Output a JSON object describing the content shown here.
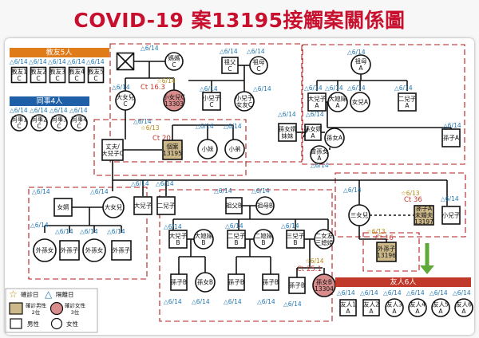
{
  "title": "COVID-19 案13195接觸案關係圖",
  "colors": {
    "title": "#c8102e",
    "date": "#1f77b4",
    "ct": "#c0392b",
    "case_male": "#cdb88a",
    "case_female": "#d98c8c",
    "teacher_header": "#e07b1a",
    "coworker_header": "#1f5fa8",
    "friend_header": "#c0392b",
    "dash": "#b31b1b",
    "arrow": "#5fa83a"
  },
  "groups": {
    "teacher_friends": {
      "header": "教友5人",
      "members": [
        "教友1\nC",
        "教友2\nC",
        "教友3\nC",
        "教友4\nC",
        "教友5\nC"
      ],
      "date": "△6/14"
    },
    "coworkers": {
      "header": "同事4人",
      "members": [
        "同事1\nC",
        "同事2\nC",
        "同事3\nC",
        "同事4\nC"
      ],
      "date": "△6/14"
    },
    "friends": {
      "header": "友人6人",
      "members": [
        "友人1\nA",
        "友人2\nA",
        "友人3\nA",
        "友人4\nA",
        "友人5\nA",
        "友人6\nA"
      ],
      "date": "△6/14"
    }
  },
  "persons": {
    "mama": "媽媽\nC",
    "grandpa_c": "祖父\nC",
    "grandma_c": "祖母\nC",
    "son_c": "大女兒\nC",
    "daughter_c_case": "小女兒C\n13303",
    "small_son_c": "小兒子\nC",
    "small_son_wife_c": "小兒子\n女友C",
    "grandma_a": "祖母\nA",
    "big_son_a": "大兒子\nA",
    "big_daughter_in_law_a": "大媳婦\nA",
    "daughter_a": "女兒A",
    "second_son_a": "二兒子\nA",
    "grandson_female_a": "孫女A",
    "grandson_wife_a": "孫女婿\n妹妹",
    "grandson_a_husband": "孫女婿\nA",
    "grandson_a2": "曾孫女\nA",
    "grandson_a3": "孫子A",
    "husband": "丈夫/\n大兒子C",
    "index_case": "個案\n13195",
    "little_sister": "小妹",
    "little_brother": "小弟",
    "daughter_in_law": "女婿",
    "eldest_daughter": "大女兒",
    "eldest_son": "大兒子",
    "second_son": "二兒子",
    "granddaughter_out1": "外孫女",
    "grandson_out1": "外孫子",
    "granddaughter_out2": "外孫女",
    "grandson_out2": "外孫子",
    "grandpa_b": "祖父B",
    "grandma_b": "祖母B",
    "big_son_b": "大兒子\nB",
    "big_daughter_in_law_b": "大媳婦\nB",
    "second_son_b": "二兒子\nB",
    "second_daughter_in_law_b": "二媳婦\nB",
    "third_son_b": "三兒子\nB",
    "second_wife_b": "二女友\n三媳婦",
    "grandson_b1": "孫子B",
    "granddaughter_b1": "孫女B",
    "grandson_b2": "孫子B",
    "grandson_b3": "孫子B",
    "grandson_b4": "孫子B",
    "granddaughter_b_case": "孫女B\n13304",
    "third_daughter": "三女兒",
    "grandson_case_a": "孫子A\n未婚夫\n13197",
    "little_son": "小兒子",
    "grandson_case_b": "外孫子\n13196"
  },
  "annotations": {
    "d614": "△6/14",
    "s614": "☆6/14",
    "s613": "☆6/13",
    "ct163": "Ct 16.3",
    "ct20": "Ct 20",
    "ct36": "Ct 36",
    "ct16": "Ct 16",
    "ct251": "Ct 25.1"
  },
  "legend": {
    "confirm_date": "確診日",
    "isolate_date": "隔離日",
    "case_male": "確診男性\n2位",
    "case_female": "確診女性\n3位",
    "male": "男性",
    "female": "女性"
  }
}
